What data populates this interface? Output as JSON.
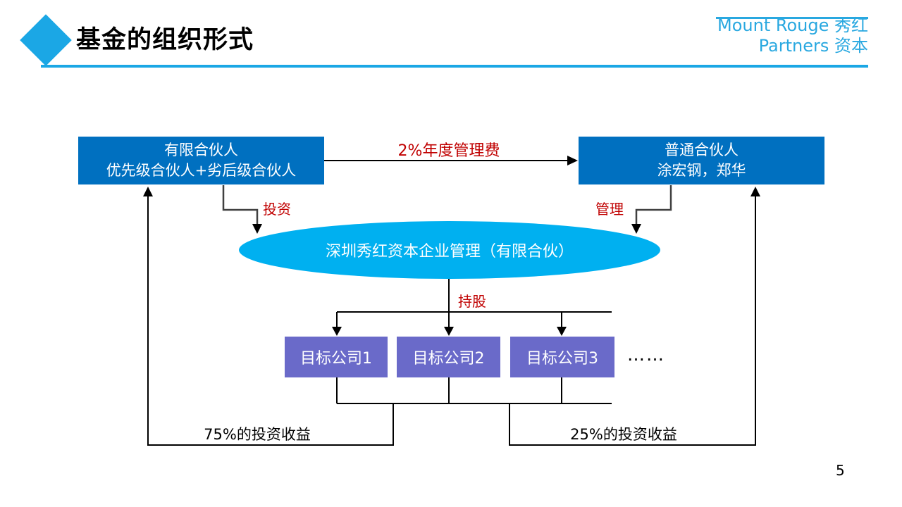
{
  "slide": {
    "title": "基金的组织形式",
    "page_number": "5",
    "logo": {
      "line1": "Mount Rouge 秀红",
      "line2": "Partners 资本"
    }
  },
  "diagram": {
    "lp_box": {
      "line1": "有限合伙人",
      "line2": "优先级合伙人+劣后级合伙人"
    },
    "gp_box": {
      "line1": "普通合伙人",
      "line2": "涂宏钢，郑华"
    },
    "fee_label": "2%年度管理费",
    "invest_label": "投资",
    "manage_label": "管理",
    "fund_entity": "深圳秀红资本企业管理（有限合伙）",
    "holding_label": "持股",
    "targets": [
      {
        "label": "目标公司1"
      },
      {
        "label": "目标公司2"
      },
      {
        "label": "目标公司3"
      }
    ],
    "more_label": "……",
    "lp_return_label": "75%的投资收益",
    "gp_return_label": "25%的投资收益"
  },
  "colors": {
    "accent_blue": "#1ba7e5",
    "logo_blue": "#29a8e0",
    "partner_box_blue": "#0070c0",
    "ellipse_blue": "#00b0f0",
    "target_purple": "#6a6ac9",
    "label_red": "#c00000",
    "connector_black": "#000000",
    "connector_gray": "#404040"
  }
}
